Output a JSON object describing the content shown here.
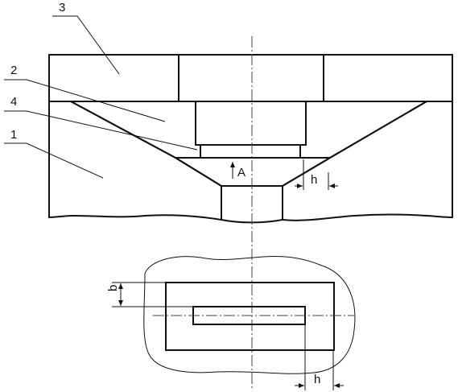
{
  "callouts": {
    "part_1": "1",
    "part_2": "2",
    "part_3": "3",
    "part_4": "4"
  },
  "dimensions": {
    "gap_top": "h",
    "width_bottom": "b",
    "gap_bottom": "h",
    "arrow_label": "A"
  },
  "colors": {
    "line": "#111111",
    "hatch": "#222222",
    "background": "#ffffff"
  }
}
